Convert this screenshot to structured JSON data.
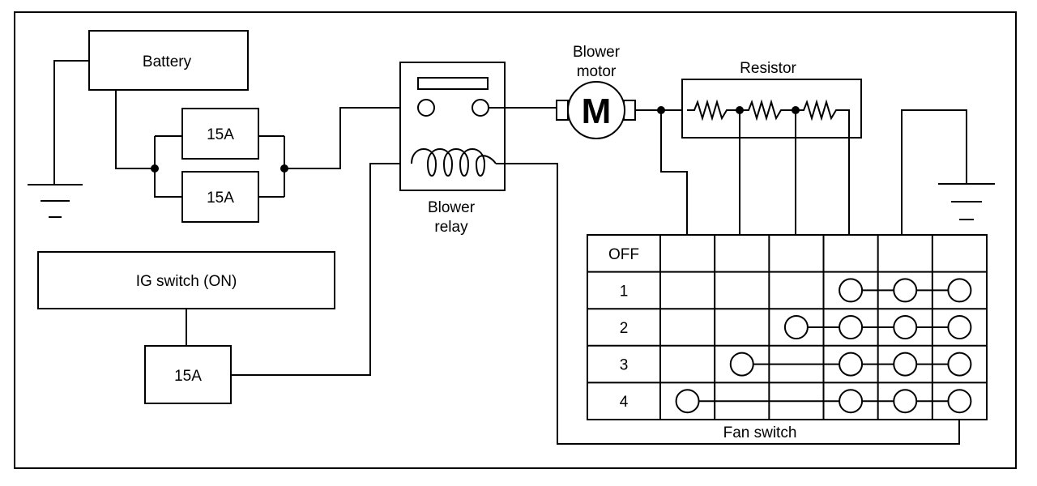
{
  "labels": {
    "battery": "Battery",
    "fuse_top": "15A",
    "fuse_bottom": "15A",
    "ig_switch": "IG switch (ON)",
    "fuse_ig": "15A",
    "blower_relay_line1": "Blower",
    "blower_relay_line2": "relay",
    "blower_motor_line1": "Blower",
    "blower_motor_line2": "motor",
    "motor_symbol": "M",
    "resistor": "Resistor",
    "fan_switch": "Fan switch"
  },
  "fan_switch": {
    "positions": [
      "OFF",
      "1",
      "2",
      "3",
      "4"
    ],
    "contacts": {
      "OFF": [],
      "1": [
        4,
        5,
        6
      ],
      "2": [
        3,
        4,
        5,
        6
      ],
      "3": [
        2,
        4,
        5,
        6
      ],
      "4": [
        1,
        4,
        5,
        6
      ]
    }
  }
}
